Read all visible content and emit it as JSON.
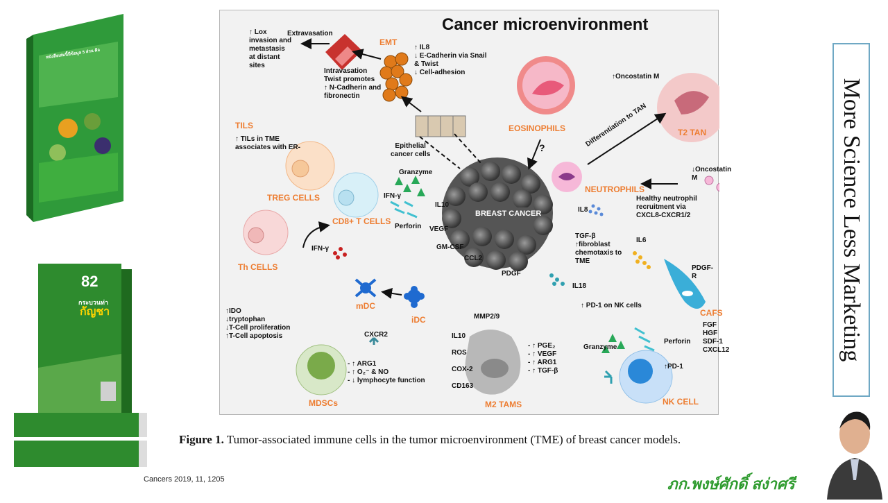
{
  "left_books": {
    "book1_heading": "หนังสือเล่มนี้มีข้อมูล 5 ส่วน คือ",
    "book2_number": "82",
    "book2_subtitle": "กระบวนท่า",
    "book2_title": "กัญชา"
  },
  "diagram": {
    "title": "Cancer microenvironment",
    "labels": {
      "lox": "↑ Lox\ninvasion and\nmetastasis\nat distant\nsites",
      "extravasation": "Extravasation",
      "intravasation": "Intravasation\nTwist promotes\n↑ N-Cadherin and\nfibronectin",
      "emt": "EMT",
      "emt_effects": "↑ IL8\n↓ E-Cadherin via Snail\n& Twist\n↓ Cell-adhesion",
      "oncostatin_up": "↑Oncostatin M",
      "t2tan": "T2 TAN",
      "differentiation": "Differentiation to TAN",
      "eosinophils": "EOSINOPHILS",
      "question": "?",
      "tils": "TILS",
      "tils_desc": "↑ TILs in TME\nassociates with ER-",
      "epithelial": "Epithelial\ncancer cells",
      "granzyme1": "Granzyme",
      "ifng1": "IFN-γ",
      "perforin1": "Perforin",
      "treg": "TREG CELLS",
      "cd8": "CD8+ T CELLS",
      "th": "Th CELLS",
      "ifng2": "IFN-γ",
      "breast_cancer": "BREAST CANCER",
      "il10_a": "IL10",
      "vegf_a": "VEGF",
      "gmcsf": "GM-CSF",
      "ccl2": "CCL2",
      "pdgf": "PDGF",
      "oncostatin_down": "↓Oncostatin M",
      "neutrophils": "NEUTROPHILS",
      "healthy_neutrophil": "Healthy neutrophil\nrecruitment via\nCXCL8-CXCR1/2",
      "il8": "IL8",
      "tgfb": "TGF-β\n↑fibroblast\nchemotaxis to\nTME",
      "il6": "IL6",
      "pdgfr": "PDGF-R",
      "cafs": "CAFS",
      "cafs_factors": "FGF\nHGF\nSDF-1\nCXCL12",
      "il18": "IL18",
      "pd1_nk": "↑ PD-1 on NK cells",
      "mdc": "mDC",
      "idc": "iDC",
      "ido": "↑IDO\n↓tryptophan\n↓T-Cell proliferation\n↑T-Cell apoptosis",
      "cxcr2": "CXCR2",
      "mdsc_effects": "- ↑ ARG1\n- ↑ O₂⁻ & NO\n- ↓ lymphocyte function",
      "mdscs": "MDSCs",
      "mmp": "MMP2/9",
      "m2_left": "IL10\n\nROS\n\nCOX-2\n\nCD163",
      "m2_right": "- ↑ PGE₂\n- ↑ VEGF\n- ↑ ARG1\n- ↑ TGF-β",
      "m2tams": "M2 TAMS",
      "granzyme2": "Granzyme",
      "perforin2": "Perforin",
      "pd1": "↑PD-1",
      "nkcell": "NK CELL"
    }
  },
  "caption": {
    "prefix": "Figure 1.",
    "text": " Tumor-associated immune cells in the tumor microenvironment (TME) of breast cancer models."
  },
  "citation": "Cancers 2019,  11, 1205",
  "sidebar_text": "More Science Less Marketing",
  "author": "ภก.พงษ์ศักดิ์ สง่าศรี",
  "colors": {
    "accent_orange": "#ed7d31",
    "author_green": "#2e9b2e",
    "sidebar_border": "#6fa8c4"
  }
}
